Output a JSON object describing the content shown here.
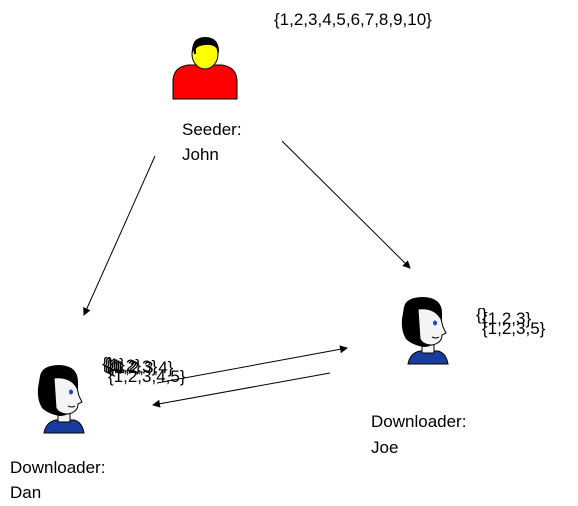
{
  "seeder": {
    "role": "Seeder:",
    "name": "John",
    "pieces": "{1,2,3,4,5,6,7,8,9,10}"
  },
  "joe": {
    "role": "Downloader:",
    "name": "Joe",
    "pieces_overlay": [
      "{}",
      "{1,2,3}",
      "{1,2,3,5}"
    ]
  },
  "dan": {
    "role": "Downloader:",
    "name": "Dan",
    "pieces_overlay": [
      "{}",
      "{1}",
      "{1,2}",
      "{1,2,3}",
      "{1,2,3,4}",
      "{1,2,3,4,5}"
    ]
  },
  "colors": {
    "seeder_shirt": "#ff0000",
    "seeder_face": "#ffff00",
    "downloader_shirt": "#1a3c9e",
    "downloader_face": "#f4f4f4",
    "hair": "#000000",
    "arrow": "#000000"
  },
  "icons": {
    "seeder": "seeder-person-icon",
    "joe": "downloader-person-icon",
    "dan": "downloader-person-icon"
  }
}
